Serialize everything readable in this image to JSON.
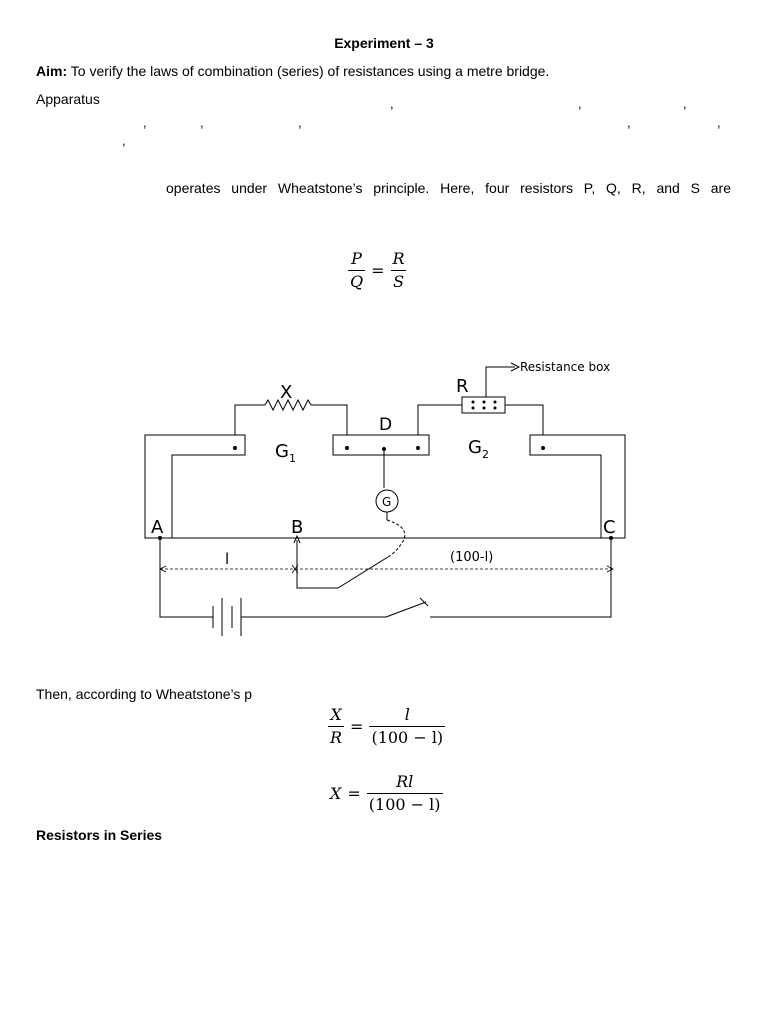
{
  "document": {
    "title": "Experiment – 3",
    "aim_label": "Aim:",
    "aim_text": " To verify the laws of combination (series) of resistances using a metre bridge.",
    "apparatus_label": "Apparatus",
    "principle_text": "operates under Wheatstone’s principle. Here, four resistors P, Q, R, and S are",
    "then_text": "Then, according to Wheatstone’s p",
    "series_heading": "Resistors in Series"
  },
  "equations": {
    "balance": {
      "lhs_num": "P",
      "lhs_den": "Q",
      "rhs_num": "R",
      "rhs_den": "S",
      "sign": "="
    },
    "ratio": {
      "lhs_num": "X",
      "lhs_den": "R",
      "rhs_num": "l",
      "rhs_den": "(100 − l)",
      "sign": "="
    },
    "solution": {
      "lhs": "X",
      "sign": "=",
      "rhs_num": "Rl",
      "rhs_den": "(100 − l)"
    }
  },
  "diagram": {
    "resistance_box_label": "Resistance box",
    "label_x": "X",
    "label_r": "R",
    "label_d": "D",
    "label_g1": "G",
    "label_g1_sub": "1",
    "label_g2": "G",
    "label_g2_sub": "2",
    "label_g": "G",
    "label_a": "A",
    "label_b": "B",
    "label_c": "C",
    "label_l": "l",
    "label_100_l": "(100-l)"
  }
}
